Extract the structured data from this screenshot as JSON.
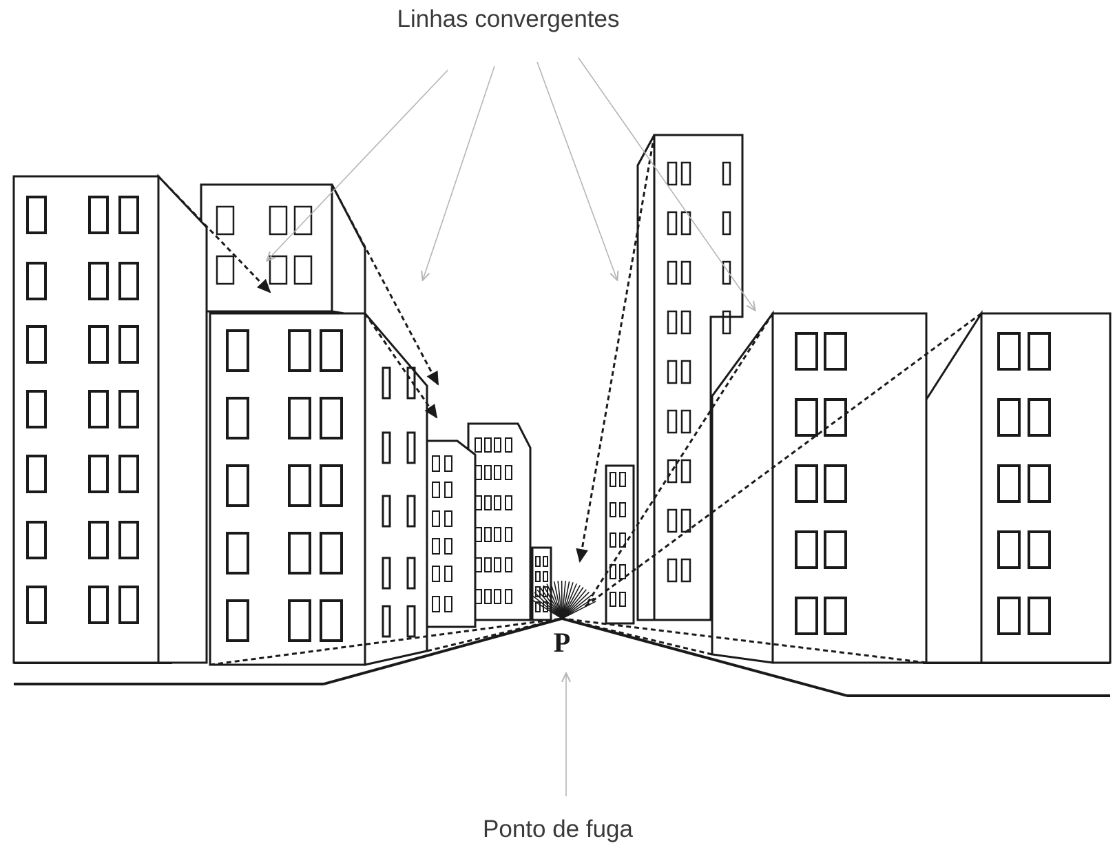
{
  "labels": {
    "converging_lines": "Linhas convergentes",
    "vanishing_point": "Ponto de fuga",
    "vanishing_point_letter": "P"
  },
  "colors": {
    "ink": "#1a1a1a",
    "callout": "#b5b5b5",
    "label_text": "#3a3a3a",
    "background": "#ffffff"
  }
}
